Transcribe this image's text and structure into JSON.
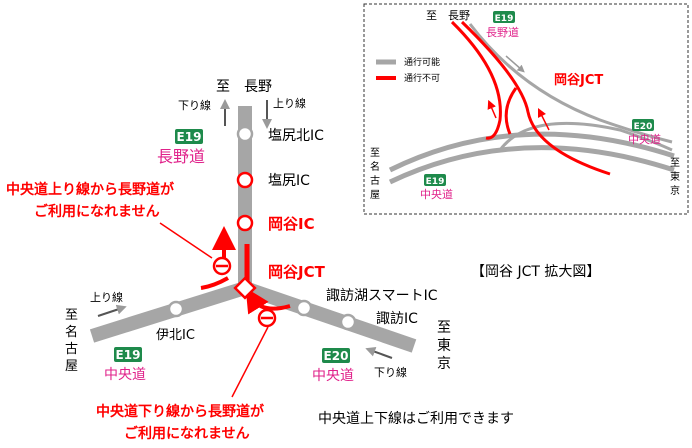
{
  "main_map": {
    "direction_nagano": "至　長野",
    "direction_nagoya": [
      "至",
      "名",
      "古",
      "屋"
    ],
    "direction_tokyo": [
      "至",
      "東",
      "京"
    ],
    "inbound_label": "上り線",
    "outbound_label": "下り線",
    "routes": {
      "nagano_expressway": {
        "code": "E19",
        "name": "長野道"
      },
      "chuo_west": {
        "code": "E19",
        "name": "中央道"
      },
      "chuo_east": {
        "code": "E20",
        "name": "中央道"
      }
    },
    "interchanges": {
      "shiojiri_kita": "塩尻北IC",
      "shiojiri": "塩尻IC",
      "okaya_ic": "岡谷IC",
      "okaya_jct": "岡谷JCT",
      "suwako_smart": "諏訪湖スマートIC",
      "suwa": "諏訪IC",
      "ihoku": "伊北IC"
    },
    "notice_up": [
      "中央道上り線から長野道が",
      "ご利用になれません"
    ],
    "notice_down": [
      "中央道下り線から長野道が",
      "ご利用になれません"
    ],
    "notice_chuo_ok": "中央道上下線はご利用できます",
    "enlarged_caption": "【岡谷 JCT 拡大図】"
  },
  "inset": {
    "direction_nagano": "至　長野",
    "direction_nagoya": [
      "至",
      "名",
      "古",
      "屋"
    ],
    "direction_tokyo": [
      "至",
      "東",
      "京"
    ],
    "legend": {
      "passable": "通行可能",
      "closed": "通行不可"
    },
    "jct_label": "岡谷JCT",
    "routes": {
      "nagano_expressway": {
        "code": "E19",
        "name": "長野道"
      },
      "chuo_west": {
        "code": "E19",
        "name": "中央道"
      },
      "chuo_east": {
        "code": "E20",
        "name": "中央道"
      }
    }
  },
  "colors": {
    "road": "#a6a6a6",
    "closed": "#ff0000",
    "route_badge": "#1e8a4b",
    "route_name": "#e0218a"
  }
}
